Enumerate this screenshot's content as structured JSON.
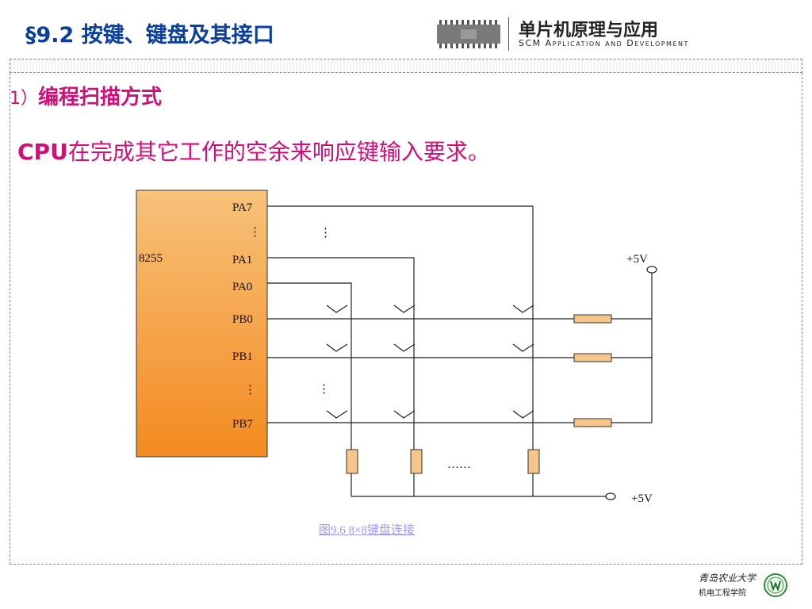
{
  "header": {
    "section_title": "§9.2  按键、键盘及其接口",
    "brand_cn": "单片机原理与应用",
    "brand_en": "SCM Application and Development"
  },
  "content": {
    "heading_num": "1）",
    "heading_text": "编程扫描方式",
    "body_prefix": "CPU",
    "body_text": "在完成其它工作的空余来响应键输入要求。"
  },
  "circuit": {
    "chip_name": "8255",
    "pins_a": [
      "PA7",
      "PA1",
      "PA0"
    ],
    "pins_b": [
      "PB0",
      "PB1",
      "PB7"
    ],
    "ellipsis_vertical": "⋮",
    "ellipsis_horizontal": "……",
    "supply_right": "+5V",
    "supply_bottom": "+5V",
    "caption": "图9.6    8×8键盘连接",
    "colors": {
      "chip_gradient_top": "#f7c27a",
      "chip_gradient_bottom": "#f48a20",
      "resistor_fill": "#f6c58a",
      "wire": "#222222"
    }
  },
  "footer": {
    "school_line1": "青岛农业大学",
    "school_line2": "机电工程学院"
  }
}
